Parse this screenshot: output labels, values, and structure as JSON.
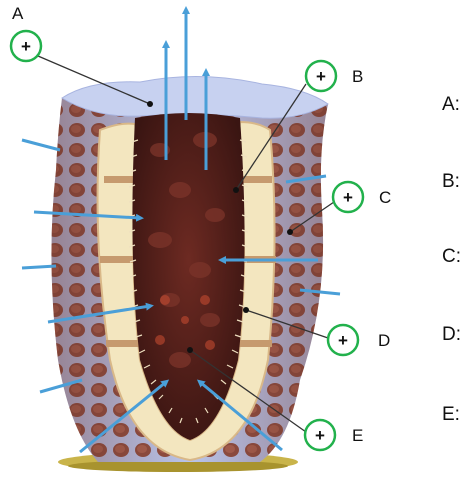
{
  "diagram": {
    "callouts": [
      {
        "letter": "A",
        "plus": "+"
      },
      {
        "letter": "B",
        "plus": "+"
      },
      {
        "letter": "C",
        "plus": "+"
      },
      {
        "letter": "D",
        "plus": "+"
      },
      {
        "letter": "E",
        "plus": "+"
      }
    ],
    "answers": [
      "A:",
      "B:",
      "C:",
      "D:",
      "E:"
    ],
    "colors": {
      "callout_ring": "#22b14c",
      "water_arrow": "#4a9fd8",
      "body_wall": "#8a4a3c",
      "pore_mesh": "#b7c4ea",
      "mesohyl": "#f3e6bf",
      "spongocoel": "#4a1e1a",
      "ground": "#c9b44a"
    }
  }
}
